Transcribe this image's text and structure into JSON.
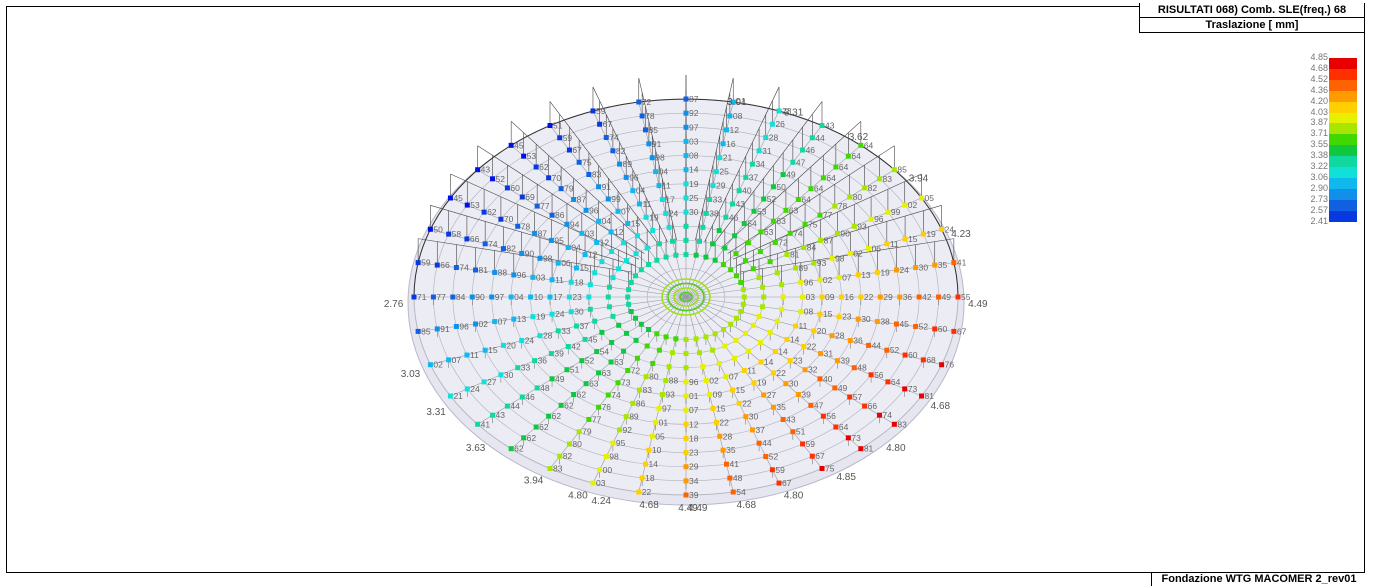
{
  "header": {
    "title": "RISULTATI  068) Comb. SLE(freq.) 68",
    "subtitle": "Traslazione [ mm]"
  },
  "footer": {
    "project": "Fondazione WTG MACOMER 2_rev01"
  },
  "legend": {
    "labels": [
      "4.85",
      "4.68",
      "4.52",
      "4.36",
      "4.20",
      "4.03",
      "3.87",
      "3.71",
      "3.55",
      "3.38",
      "3.22",
      "3.06",
      "2.90",
      "2.73",
      "2.57",
      "2.41"
    ],
    "colors": [
      "#e80000",
      "#ff3000",
      "#ff6200",
      "#ff9a00",
      "#ffd000",
      "#e6f000",
      "#a6e600",
      "#40d800",
      "#10c840",
      "#10d8a0",
      "#10e0d8",
      "#10b8f0",
      "#1090e8",
      "#1060e0",
      "#0838e0",
      "#0010e8"
    ]
  },
  "model": {
    "radial_end_labels": [
      {
        "text": "4.49"
      },
      {
        "text": "4.68"
      },
      {
        "text": "4.80"
      },
      {
        "text": "4.85"
      },
      {
        "text": "4.80"
      },
      {
        "text": "4.68"
      },
      {
        "text": "4.49"
      },
      {
        "text": "4.23"
      },
      {
        "text": "3.94"
      },
      {
        "text": "3.62"
      },
      {
        "text": "3.31"
      },
      {
        "text": "3.01"
      },
      {
        "text": "2.76"
      },
      {
        "text": "3.03"
      },
      {
        "text": "3.31"
      },
      {
        "text": "3.63"
      },
      {
        "text": "3.94"
      },
      {
        "text": "4.24"
      },
      {
        "text": "4.49"
      },
      {
        "text": "4.68"
      },
      {
        "text": "4.80"
      }
    ]
  }
}
